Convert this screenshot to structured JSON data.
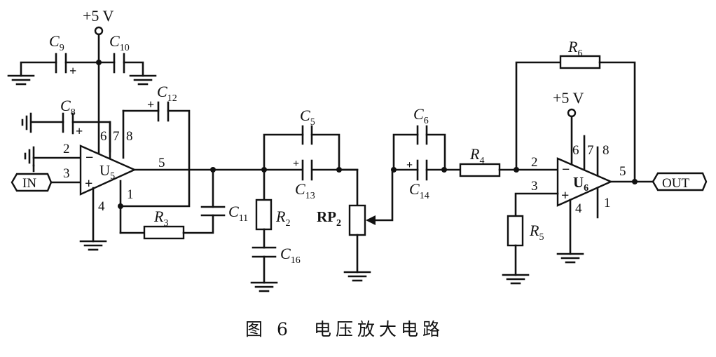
{
  "caption": {
    "figure": "图 6",
    "title": "电压放大电路"
  },
  "supply": {
    "u5": "+5 V",
    "u6": "+5 V"
  },
  "connectors": {
    "input": "IN",
    "output": "OUT"
  },
  "opamps": [
    {
      "name": "U",
      "sub": "5",
      "pins": {
        "inv": "2",
        "noninv": "3",
        "out": "5",
        "v_pos": "6",
        "p7": "7",
        "p8": "8",
        "gnd": "4",
        "p1": "1"
      },
      "inv_sign": "−",
      "noninv_sign": "+"
    },
    {
      "name": "U",
      "sub": "6",
      "pins": {
        "inv": "2",
        "noninv": "3",
        "out": "5",
        "v_pos": "6",
        "p7": "7",
        "p8": "8",
        "gnd": "4",
        "p1": "1"
      },
      "inv_sign": "−",
      "noninv_sign": "+"
    }
  ],
  "components": {
    "C9": {
      "name": "C",
      "sub": "9",
      "polarity": "+"
    },
    "C10": {
      "name": "C",
      "sub": "10"
    },
    "C8": {
      "name": "C",
      "sub": "8",
      "polarity": "+"
    },
    "C12": {
      "name": "C",
      "sub": "12",
      "polarity": "+"
    },
    "C11": {
      "name": "C",
      "sub": "11"
    },
    "R3": {
      "name": "R",
      "sub": "3"
    },
    "C5": {
      "name": "C",
      "sub": "5"
    },
    "C13": {
      "name": "C",
      "sub": "13",
      "polarity": "+"
    },
    "R2": {
      "name": "R",
      "sub": "2"
    },
    "C16": {
      "name": "C",
      "sub": "16"
    },
    "RP2": {
      "name": "RP",
      "sub": "2"
    },
    "C6": {
      "name": "C",
      "sub": "6"
    },
    "C14": {
      "name": "C",
      "sub": "14",
      "polarity": "+"
    },
    "R4": {
      "name": "R",
      "sub": "4"
    },
    "R5": {
      "name": "R",
      "sub": "5"
    },
    "R6": {
      "name": "R",
      "sub": "6"
    }
  }
}
